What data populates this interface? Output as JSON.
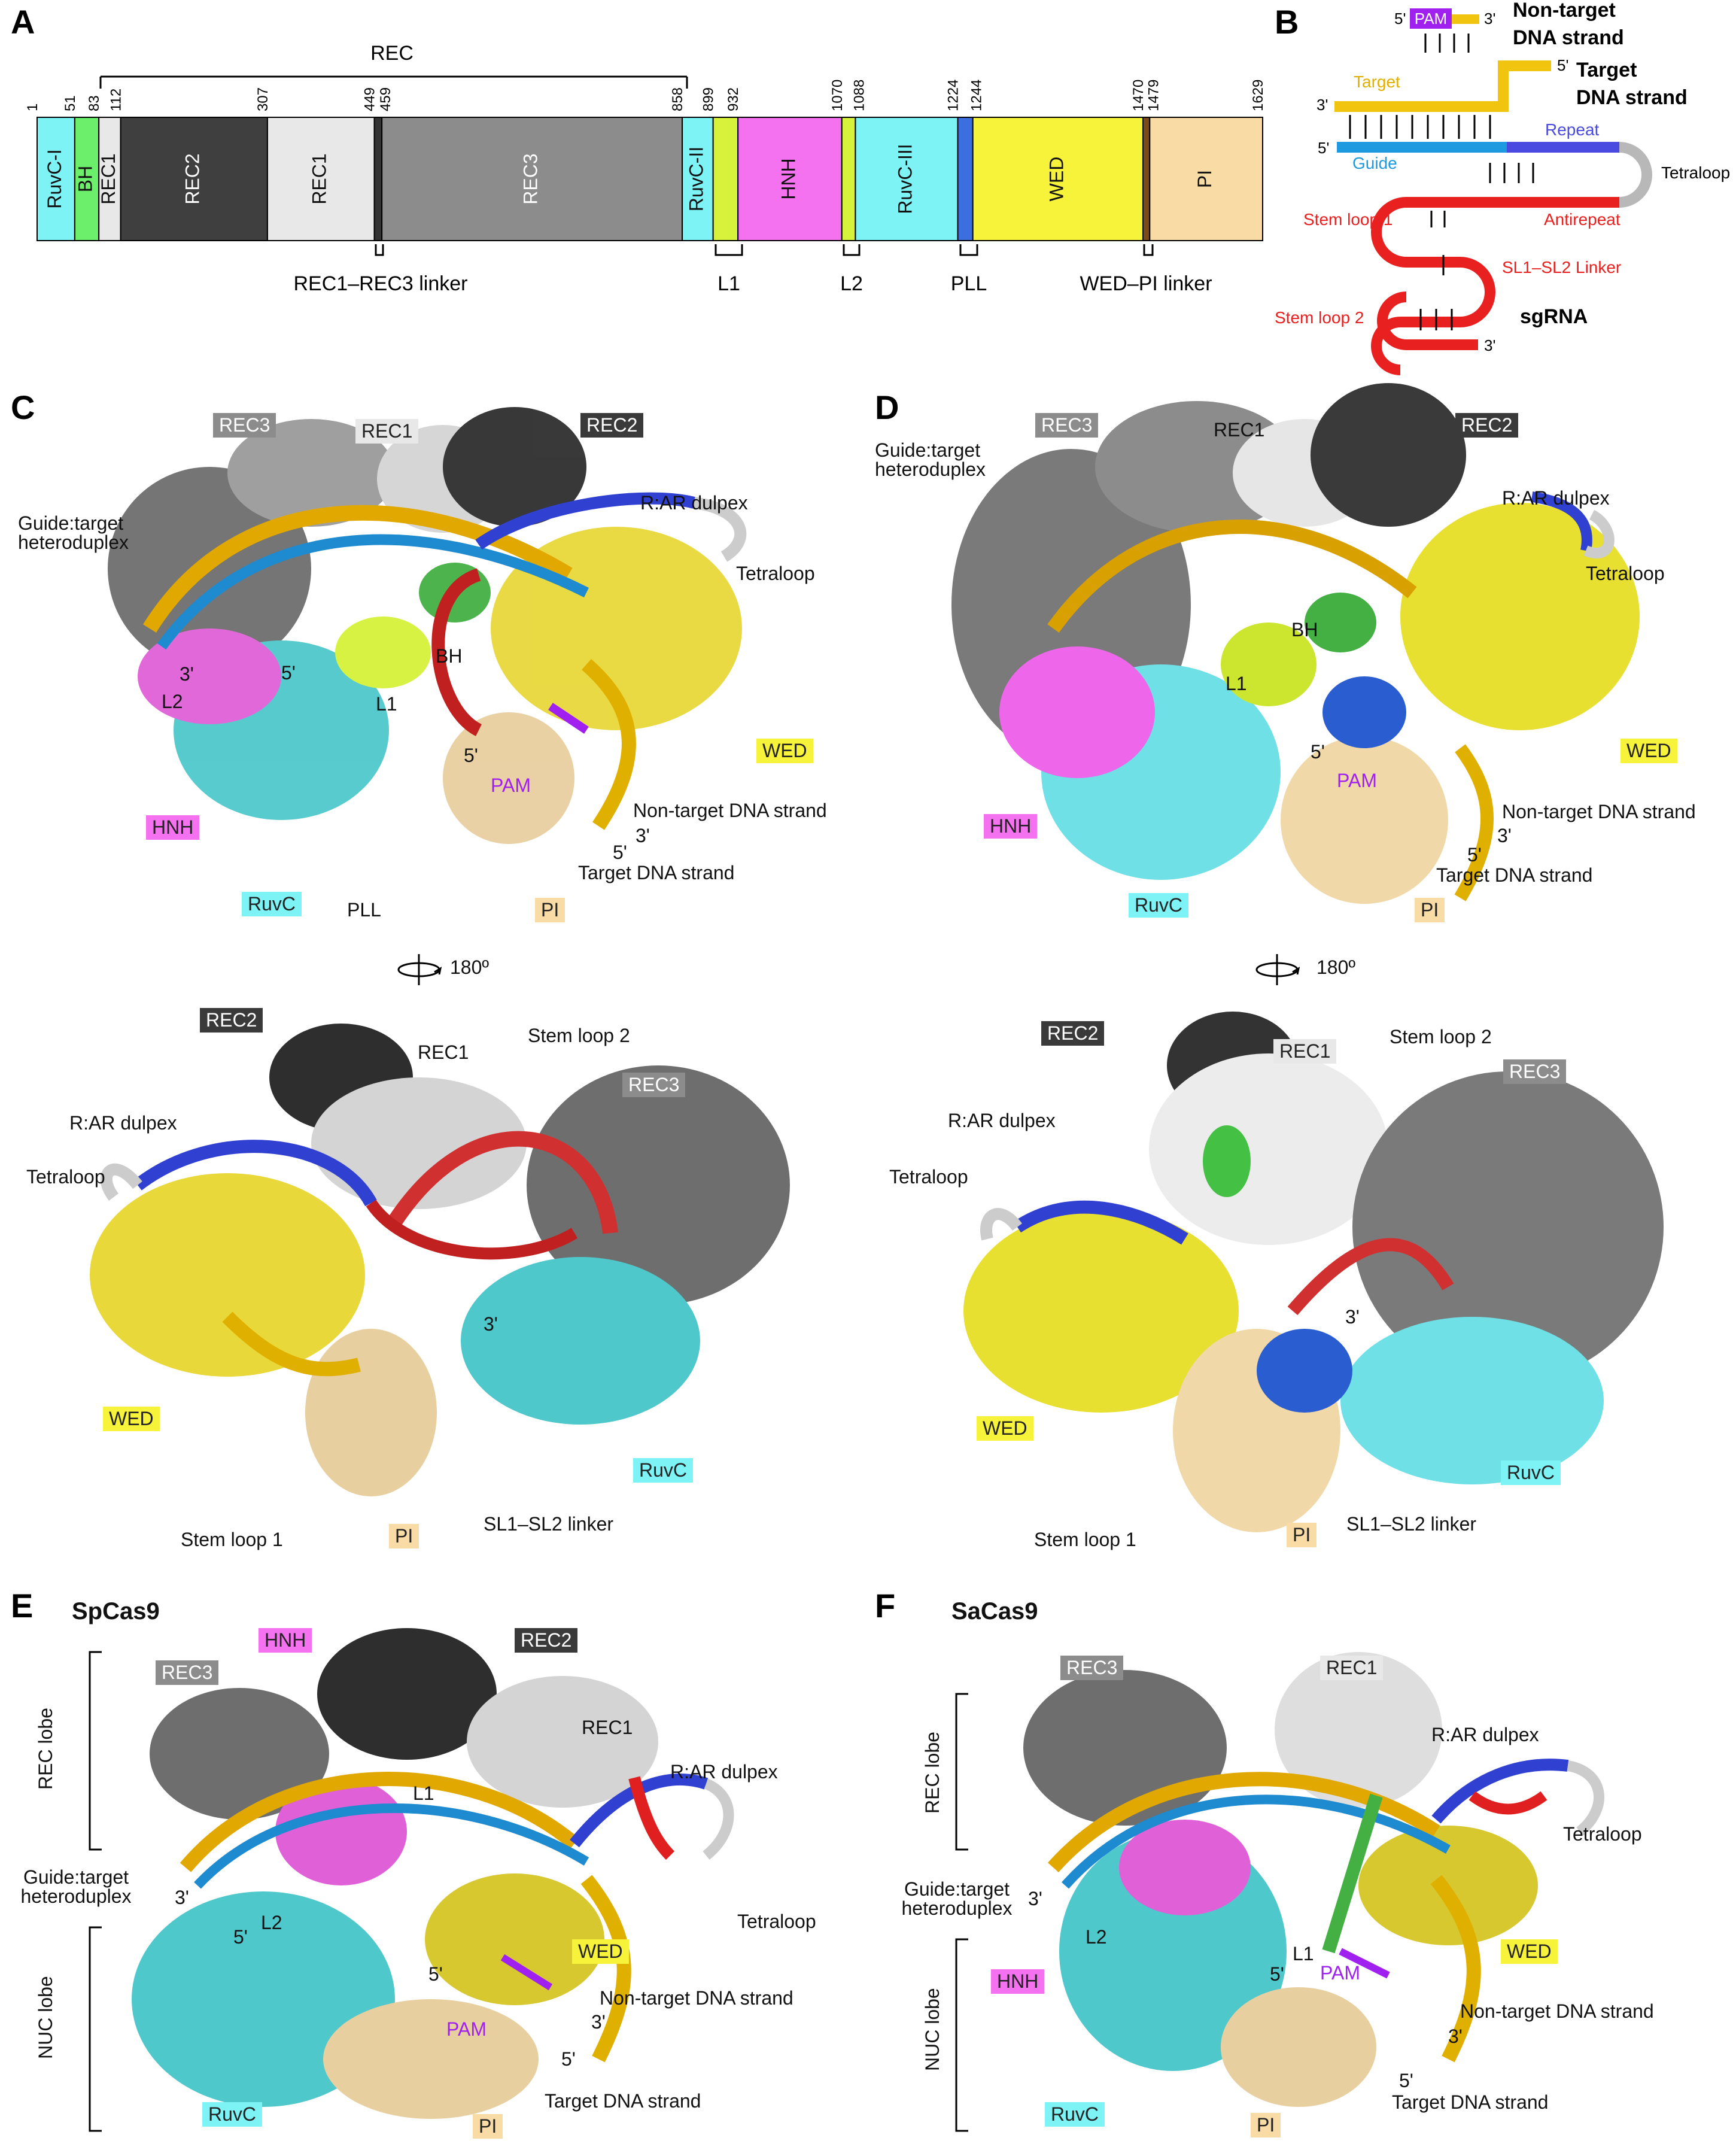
{
  "panels": {
    "A": "A",
    "B": "B",
    "C": "C",
    "D": "D",
    "E": "E",
    "F": "F"
  },
  "panelA": {
    "rec_label": "REC",
    "domains": [
      {
        "name": "RuvC-I",
        "start": 1,
        "end": 51,
        "color": "#7ef3f5"
      },
      {
        "name": "BH",
        "start": 51,
        "end": 83,
        "color": "#6cf06c"
      },
      {
        "name": "REC1",
        "start": 83,
        "end": 112,
        "color": "#e8e8e8"
      },
      {
        "name": "REC2",
        "start": 112,
        "end": 307,
        "color": "#3f3f3f"
      },
      {
        "name": "REC1",
        "start": 307,
        "end": 449,
        "color": "#e8e8e8"
      },
      {
        "name": "",
        "start": 449,
        "end": 459,
        "color": "#333333"
      },
      {
        "name": "REC3",
        "start": 459,
        "end": 858,
        "color": "#8c8c8c"
      },
      {
        "name": "RuvC-II",
        "start": 858,
        "end": 899,
        "color": "#7ef3f5"
      },
      {
        "name": "",
        "start": 899,
        "end": 932,
        "color": "#d6f23a"
      },
      {
        "name": "HNH",
        "start": 932,
        "end": 1070,
        "color": "#f472f0"
      },
      {
        "name": "",
        "start": 1070,
        "end": 1088,
        "color": "#d6f23a"
      },
      {
        "name": "RuvC-III",
        "start": 1088,
        "end": 1224,
        "color": "#7ef3f5"
      },
      {
        "name": "",
        "start": 1224,
        "end": 1244,
        "color": "#3b6fe0"
      },
      {
        "name": "WED",
        "start": 1244,
        "end": 1470,
        "color": "#f7f23a"
      },
      {
        "name": "",
        "start": 1470,
        "end": 1479,
        "color": "#7a4a1a"
      },
      {
        "name": "PI",
        "start": 1479,
        "end": 1629,
        "color": "#f9dba5"
      }
    ],
    "ticks": [
      "1",
      "51",
      "83",
      "112",
      "307",
      "449",
      "459",
      "858",
      "899",
      "932",
      "1070",
      "1088",
      "1224",
      "1244",
      "1470",
      "1479",
      "1629"
    ],
    "linkers": [
      "REC1–REC3 linker",
      "L1",
      "L2",
      "PLL",
      "WED–PI linker"
    ]
  },
  "panelB": {
    "pam": "PAM",
    "five_prime": "5'",
    "three_prime": "3'",
    "nontarget_label": "Non-target DNA strand",
    "target_word": "Target",
    "target_label": "Target DNA strand",
    "guide": "Guide",
    "repeat": "Repeat",
    "tetraloop": "Tetraloop",
    "antirepeat": "Antirepeat",
    "stem_loop_1": "Stem loop 1",
    "sl_linker": "SL1–SL2 Linker",
    "stem_loop_2": "Stem loop 2",
    "sgrna": "sgRNA"
  },
  "panelC": {
    "top": {
      "rec3": "REC3",
      "rec1": "REC1",
      "rec2": "REC2",
      "hetero": "Guide:target heteroduplex",
      "rar": "R:AR dulpex",
      "tetraloop": "Tetraloop",
      "bh": "BH",
      "l1": "L1",
      "l2": "L2",
      "p3": "3'",
      "p5": "5'",
      "p5b": "5'",
      "wed": "WED",
      "pam": "PAM",
      "nontarget": "Non-target DNA strand",
      "p3b": "3'",
      "p5c": "5'",
      "target": "Target DNA strand",
      "hnh": "HNH",
      "ruvc": "RuvC",
      "pll": "PLL",
      "pi": "PI"
    },
    "rotation": "180º",
    "bottom": {
      "rec2": "REC2",
      "rec1": "REC1",
      "stem2": "Stem loop 2",
      "rec3": "REC3",
      "rar": "R:AR dulpex",
      "tetraloop": "Tetraloop",
      "p3": "3'",
      "wed": "WED",
      "ruvc": "RuvC",
      "stem1": "Stem loop 1",
      "pi": "PI",
      "sl": "SL1–SL2 linker"
    }
  },
  "panelD": {
    "top": {
      "rec3": "REC3",
      "rec1": "REC1",
      "rec2": "REC2",
      "hetero": "Guide:target heteroduplex",
      "rar": "R:AR dulpex",
      "tetraloop": "Tetraloop",
      "bh": "BH",
      "l1": "L1",
      "p5": "5'",
      "pam": "PAM",
      "wed": "WED",
      "nontarget": "Non-target DNA strand",
      "p3": "3'",
      "p5b": "5'",
      "target": "Target DNA strand",
      "hnh": "HNH",
      "ruvc": "RuvC",
      "pi": "PI"
    },
    "rotation": "180º",
    "bottom": {
      "rec2": "REC2",
      "rec1": "REC1",
      "stem2": "Stem loop 2",
      "rec3": "REC3",
      "rar": "R:AR dulpex",
      "tetraloop": "Tetraloop",
      "p3": "3'",
      "wed": "WED",
      "ruvc": "RuvC",
      "stem1": "Stem loop 1",
      "pi": "PI",
      "sl": "SL1–SL2 linker"
    }
  },
  "panelE": {
    "title": "SpCas9",
    "rec_lobe": "REC lobe",
    "nuc_lobe": "NUC lobe",
    "hnh": "HNH",
    "rec3": "REC3",
    "rec2": "REC2",
    "rec1": "REC1",
    "l1": "L1",
    "rar": "R:AR dulpex",
    "hetero": "Guide:target heteroduplex",
    "p3": "3'",
    "p5": "5'",
    "l2": "L2",
    "tetraloop": "Tetraloop",
    "wed": "WED",
    "p5b": "5'",
    "nontarget": "Non-target DNA strand",
    "pam": "PAM",
    "p3b": "3'",
    "p5c": "5'",
    "target": "Target DNA strand",
    "ruvc": "RuvC",
    "pi": "PI"
  },
  "panelF": {
    "title": "SaCas9",
    "rec3": "REC3",
    "rec1": "REC1",
    "rec_lobe": "REC lobe",
    "rar": "R:AR dulpex",
    "tetraloop": "Tetraloop",
    "hetero": "Guide:target heteroduplex",
    "p3": "3'",
    "l2": "L2",
    "hnh": "HNH",
    "l1": "L1",
    "p5": "5'",
    "wed": "WED",
    "nuc_lobe": "NUC lobe",
    "pam": "PAM",
    "nontarget": "Non-target DNA strand",
    "p3b": "3'",
    "p5b": "5'",
    "target": "Target DNA strand",
    "ruvc": "RuvC",
    "pi": "PI"
  }
}
